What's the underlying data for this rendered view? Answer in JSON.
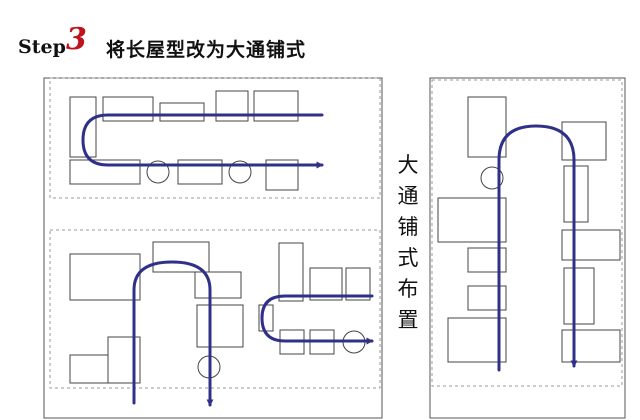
{
  "heading": {
    "step_word": "Step",
    "step_number": "3",
    "title": "将长屋型改为大通铺式"
  },
  "side_label": [
    "大",
    "通",
    "铺",
    "式",
    "布",
    "置"
  ],
  "colors": {
    "path": "#30308a",
    "step_number": "#c0121a",
    "outline": "#555555",
    "dashed_border": "#9a9a9a"
  },
  "icons": {
    "circulation_path": "arrow-path-icon",
    "fixture": "shelf-rectangle",
    "round_fixture": "display-circle"
  }
}
